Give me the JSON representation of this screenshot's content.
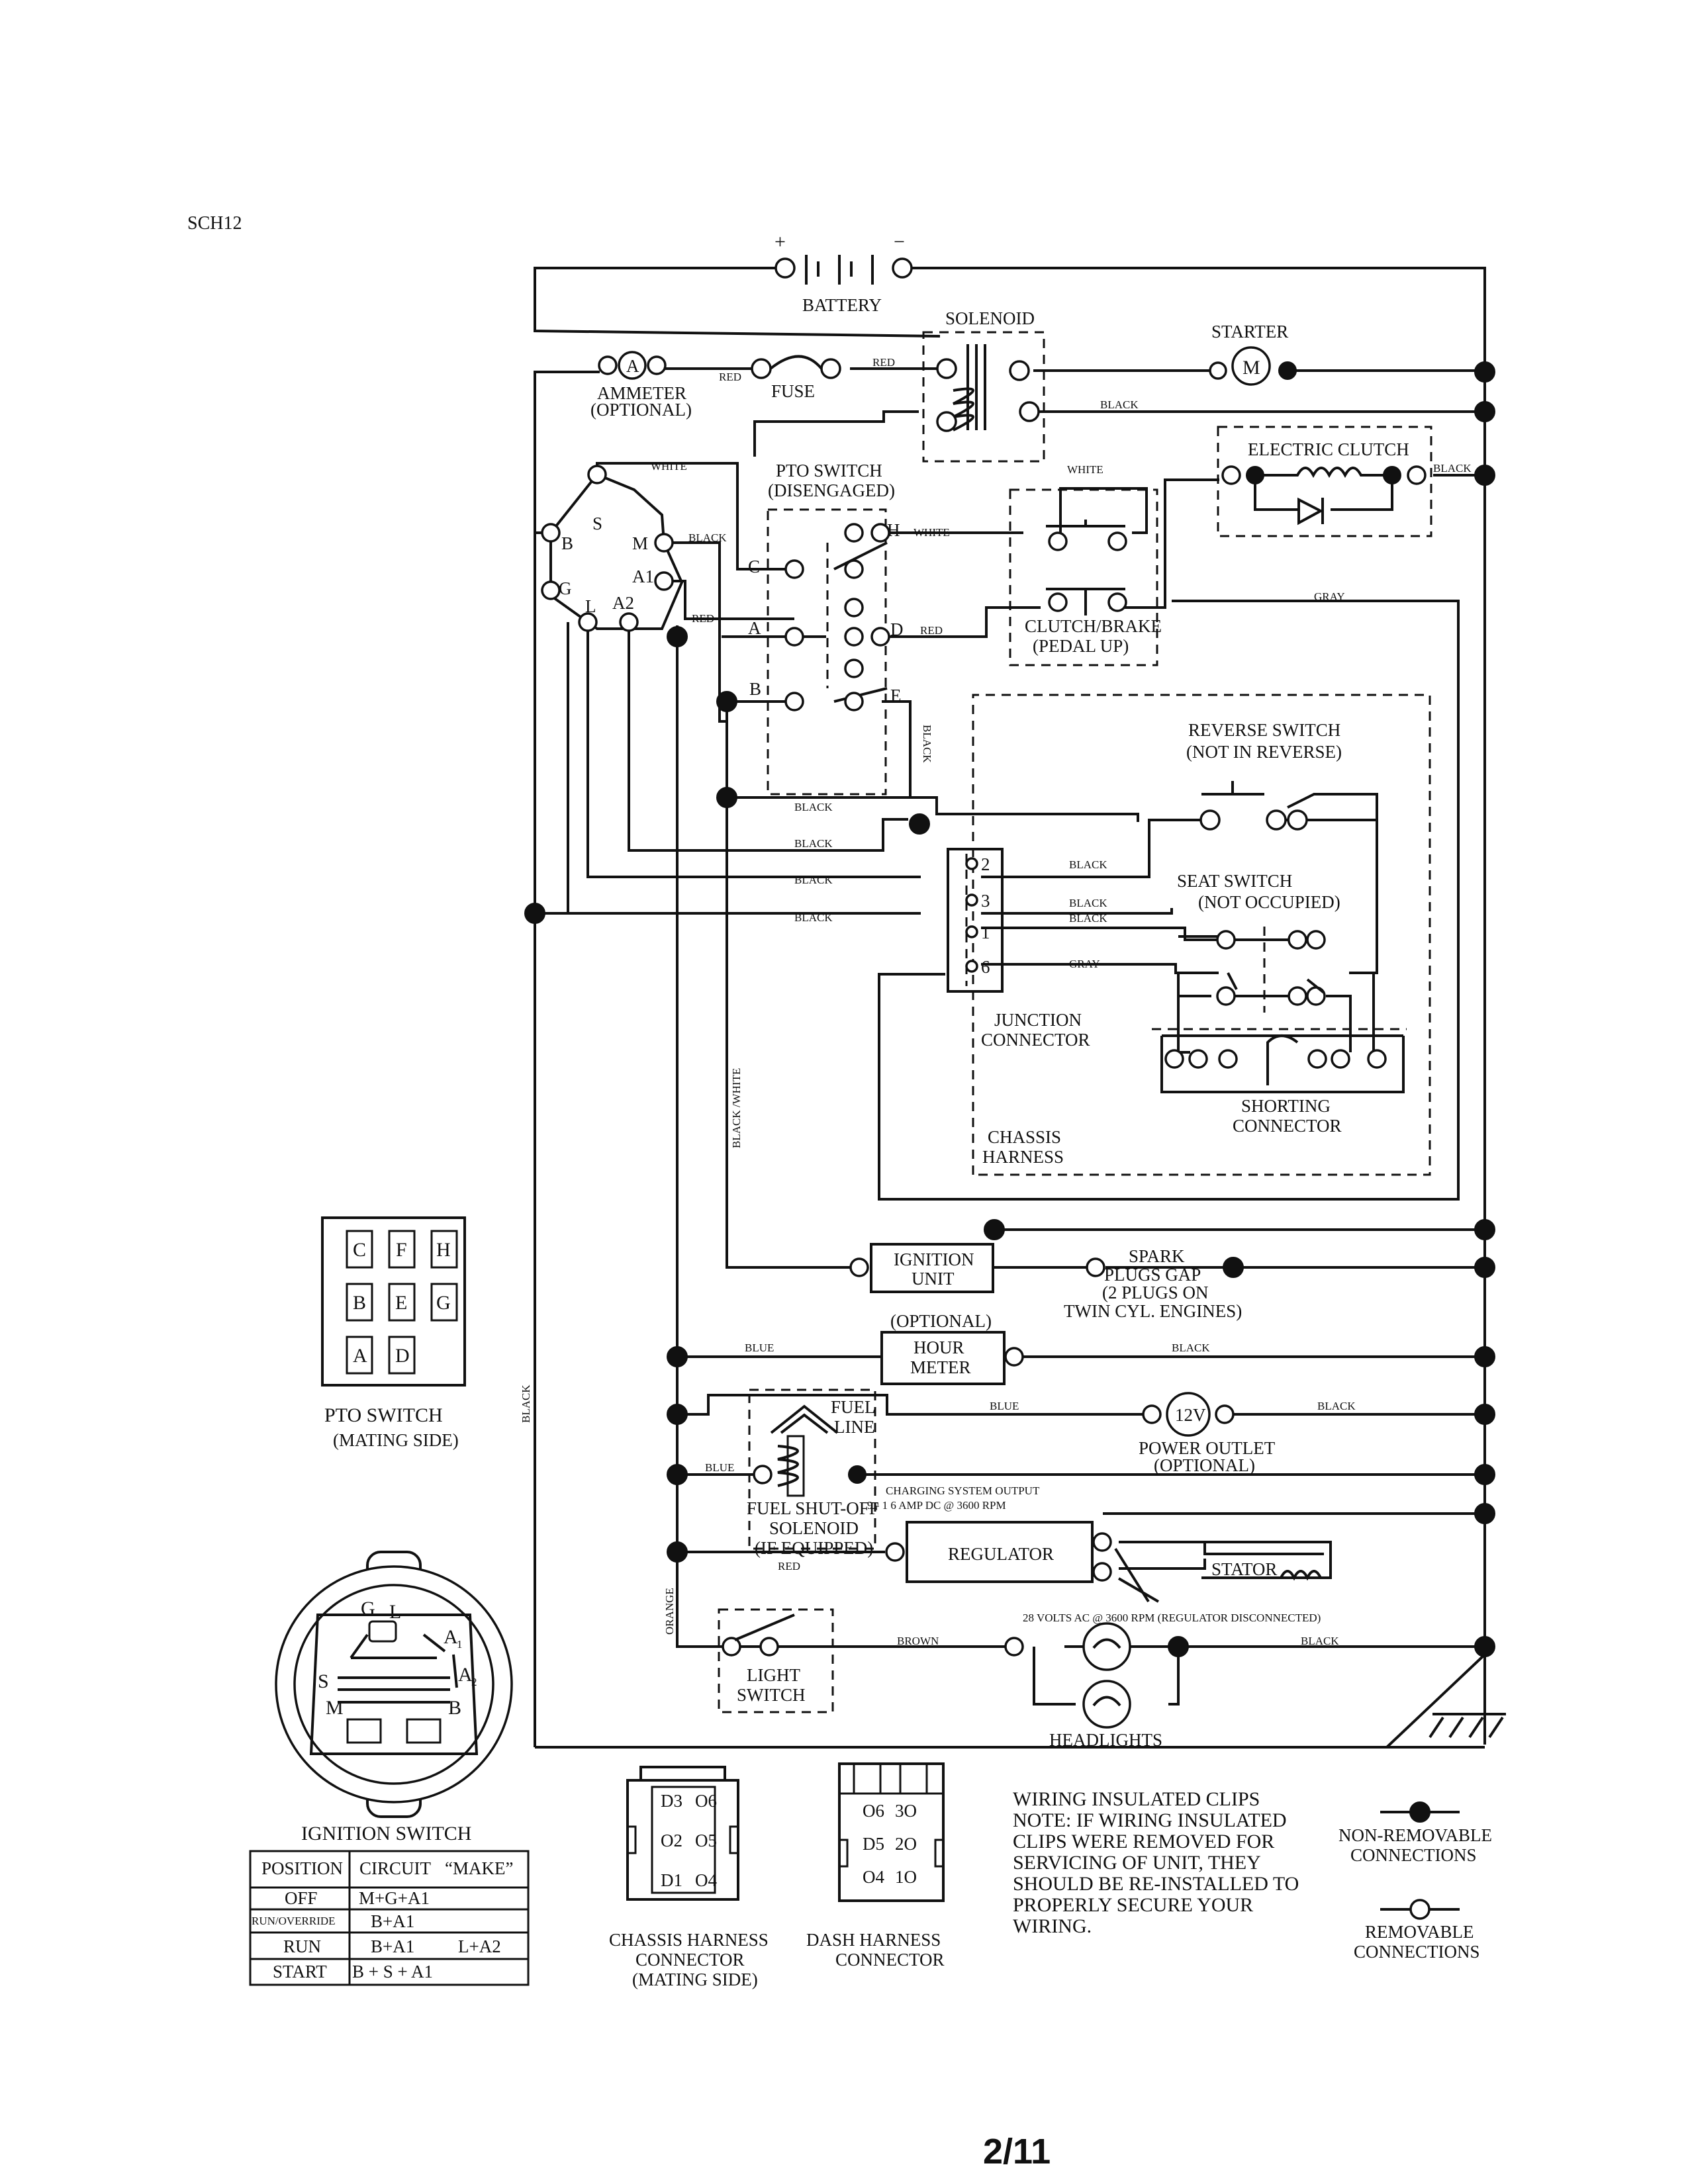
{
  "page": {
    "code": "SCH12",
    "page_number": "2/11"
  },
  "components": {
    "battery": "BATTERY",
    "battery_plus": "+",
    "battery_minus": "−",
    "solenoid": "SOLENOID",
    "starter": "STARTER",
    "starter_symbol": "M",
    "ammeter": "AMMETER",
    "ammeter_optional": "(OPTIONAL)",
    "ammeter_symbol": "A",
    "fuse": "FUSE",
    "electric_clutch": "ELECTRIC CLUTCH",
    "pto_switch": "PTO SWITCH",
    "pto_switch_state": "(DISENGAGED)",
    "clutch_brake": "CLUTCH/BRAKE",
    "clutch_brake_state": "(PEDAL UP)",
    "reverse_switch": "REVERSE SWITCH",
    "reverse_switch_state": "(NOT IN REVERSE)",
    "seat_switch": "SEAT SWITCH",
    "seat_switch_state": "(NOT OCCUPIED)",
    "junction_connector_1": "JUNCTION",
    "junction_connector_2": "CONNECTOR",
    "chassis_harness_1": "CHASSIS",
    "chassis_harness_2": "HARNESS",
    "shorting_connector_1": "SHORTING",
    "shorting_connector_2": "CONNECTOR",
    "ignition_unit_1": "IGNITION",
    "ignition_unit_2": "UNIT",
    "spark_plugs_1": "SPARK",
    "spark_plugs_2": "PLUGS GAP",
    "spark_plugs_3": "(2 PLUGS ON",
    "spark_plugs_4": "TWIN CYL. ENGINES)",
    "hour_meter_optional": "(OPTIONAL)",
    "hour_meter_1": "HOUR",
    "hour_meter_2": "METER",
    "fuel_line_1": "FUEL",
    "fuel_line_2": "LINE",
    "power_outlet_symbol": "12V",
    "power_outlet_1": "POWER OUTLET",
    "power_outlet_2": "(OPTIONAL)",
    "fuel_shutoff_1": "FUEL SHUT-OFF",
    "fuel_shutoff_2": "SOLENOID",
    "fuel_shutoff_3": "(IF EQUIPPED)",
    "charging_output_1": "CHARGING SYSTEM OUTPUT",
    "charging_output_2": "9 - 1 6 AMP DC @ 3600 RPM",
    "regulator": "REGULATOR",
    "stator": "STATOR",
    "ac_note": "28 VOLTS AC @ 3600 RPM (REGULATOR DISCONNECTED)",
    "light_switch_1": "LIGHT",
    "light_switch_2": "SWITCH",
    "headlights": "HEADLIGHTS"
  },
  "wire_labels": {
    "red": "RED",
    "black": "BLACK",
    "white": "WHITE",
    "gray": "GRAY",
    "blue": "BLUE",
    "orange": "ORANGE",
    "brown": "BROWN",
    "black_white": "BLACK /WHITE"
  },
  "ignition_terminals": {
    "b": "B",
    "s": "S",
    "m": "M",
    "a1": "A1",
    "g": "G",
    "l": "L",
    "a2": "A2"
  },
  "pto_terminals": {
    "c": "C",
    "h": "H",
    "a": "A",
    "d": "D",
    "b": "B",
    "e": "E"
  },
  "junction_pins": {
    "p2": "2",
    "p3": "3",
    "p1": "1",
    "p6": "6"
  },
  "pto_mating": {
    "title": "PTO SWITCH",
    "subtitle": "(MATING SIDE)",
    "cells": [
      "C",
      "F",
      "H",
      "B",
      "E",
      "G",
      "A",
      "D"
    ]
  },
  "ignition_switch": {
    "title": "IGNITION SWITCH",
    "face_letters": {
      "g": "G",
      "l": "L",
      "a1": "A",
      "a1_sub": "1",
      "a2": "A",
      "a2_sub": "2",
      "s": "S",
      "m": "M",
      "b": "B"
    },
    "table": {
      "headers": [
        "POSITION",
        "CIRCUIT",
        "“MAKE”"
      ],
      "rows": [
        {
          "position": "OFF",
          "circuit": "M+G+A1",
          "extra": ""
        },
        {
          "position": "RUN/OVERRIDE",
          "circuit": "B+A1",
          "extra": ""
        },
        {
          "position": "RUN",
          "circuit": "B+A1",
          "extra": "L+A2"
        },
        {
          "position": "START",
          "circuit": "B + S + A1",
          "extra": ""
        }
      ]
    }
  },
  "chassis_connector": {
    "pins": [
      "D3",
      "O6",
      "O2",
      "O5",
      "D1",
      "O4"
    ],
    "label_1": "CHASSIS HARNESS",
    "label_2": "CONNECTOR",
    "label_3": "(MATING SIDE)"
  },
  "dash_connector": {
    "pins": [
      "O6",
      "3O",
      "D5",
      "2O",
      "O4",
      "1O"
    ],
    "label_1": "DASH HARNESS",
    "label_2": "CONNECTOR"
  },
  "notes": {
    "lines": [
      "WIRING INSULATED CLIPS",
      "NOTE:  IF WIRING INSULATED",
      "CLIPS WERE REMOVED FOR",
      "SERVICING OF UNIT, THEY",
      "SHOULD BE RE-INSTALLED TO",
      "PROPERLY SECURE YOUR",
      "WIRING."
    ]
  },
  "legend": {
    "non_removable_1": "NON-REMOVABLE",
    "non_removable_2": "CONNECTIONS",
    "removable_1": "REMOVABLE",
    "removable_2": "CONNECTIONS"
  }
}
